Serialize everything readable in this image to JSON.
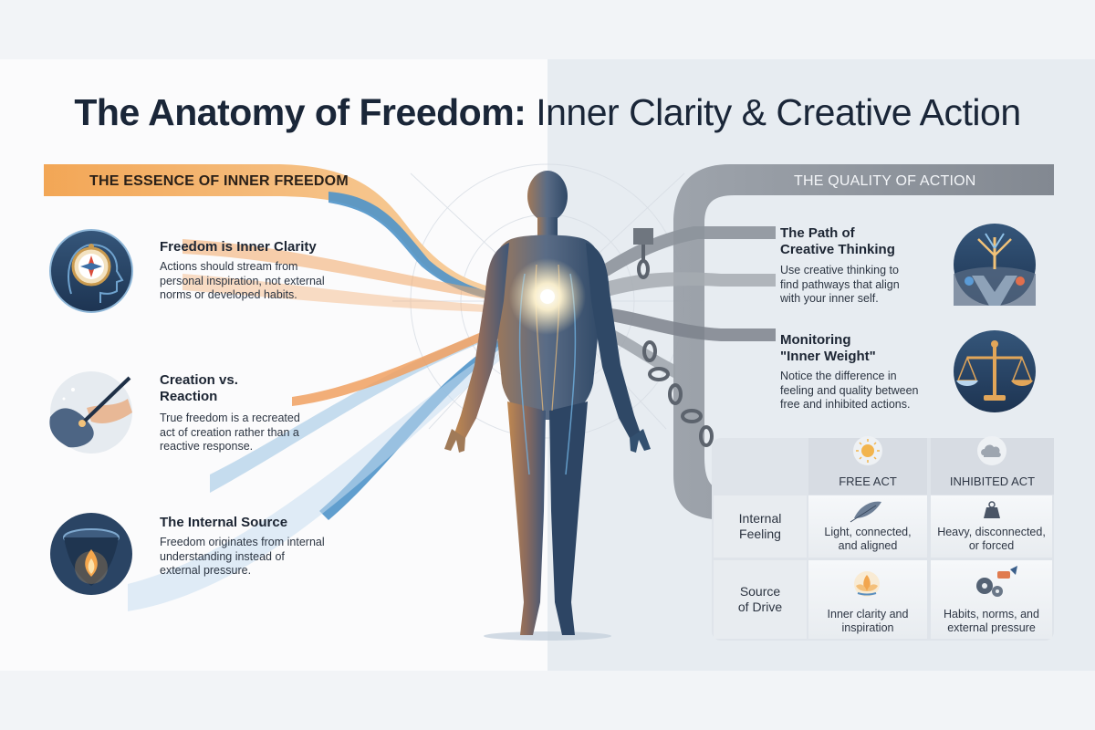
{
  "title": {
    "bold": "The Anatomy of Freedom:",
    "light": "Inner Clarity & Creative Action"
  },
  "left_panel": {
    "heading": "THE ESSENCE OF INNER FREEDOM",
    "items": [
      {
        "icon": "compass-head-icon",
        "title": "Freedom is Inner Clarity",
        "desc": [
          "Actions should stream from",
          "personal inspiration, not external",
          "norms or developed habits."
        ]
      },
      {
        "icon": "pen-hand-icon",
        "title": [
          "Creation vs.",
          "Reaction"
        ],
        "desc": [
          "True freedom is a recreated",
          "act of creation rather than a",
          "reactive response."
        ]
      },
      {
        "icon": "inner-light-icon",
        "title": "The Internal Source",
        "desc": [
          "Freedom originates from internal",
          "understanding instead of",
          "external pressure."
        ]
      }
    ]
  },
  "right_panel": {
    "heading": "THE QUALITY OF ACTION",
    "items": [
      {
        "icon": "crossroads-icon",
        "title": [
          "The Path of",
          "Creative Thinking"
        ],
        "desc": [
          "Use creative thinking to",
          "find pathways that align",
          "with your inner self."
        ]
      },
      {
        "icon": "balance-scale-icon",
        "title": [
          "Monitoring",
          "\"Inner Weight\""
        ],
        "desc": [
          "Notice the difference in",
          "feeling and quality between",
          "free and inhibited actions."
        ]
      }
    ]
  },
  "table": {
    "columns": [
      {
        "label": "FREE ACT",
        "icon": "sun-icon"
      },
      {
        "label": "INHIBITED ACT",
        "icon": "cloud-icon"
      }
    ],
    "rows": [
      {
        "label": [
          "Internal",
          "Feeling"
        ],
        "free": [
          "Light, connected,",
          "and aligned"
        ],
        "free_icon": "feather-icon",
        "inhibited": [
          "Heavy, disconnected,",
          "or forced"
        ],
        "inhibited_icon": "weight-icon"
      },
      {
        "label": [
          "Source",
          "of Drive"
        ],
        "free": [
          "Inner clarity and",
          "inspiration"
        ],
        "free_icon": "lotus-icon",
        "inhibited": [
          "Habits, norms, and",
          "external pressure"
        ],
        "inhibited_icon": "gears-icon"
      }
    ]
  },
  "colors": {
    "title": "#1a2638",
    "orange_banner": "#f0a24f",
    "gray_banner": "#8b9098",
    "blue_stream": "#4f93c9",
    "orange_stream": "#f1a766",
    "figure_blue": "#3a5272",
    "figure_warm": "#b7824f",
    "glow": "#fff6d8"
  }
}
